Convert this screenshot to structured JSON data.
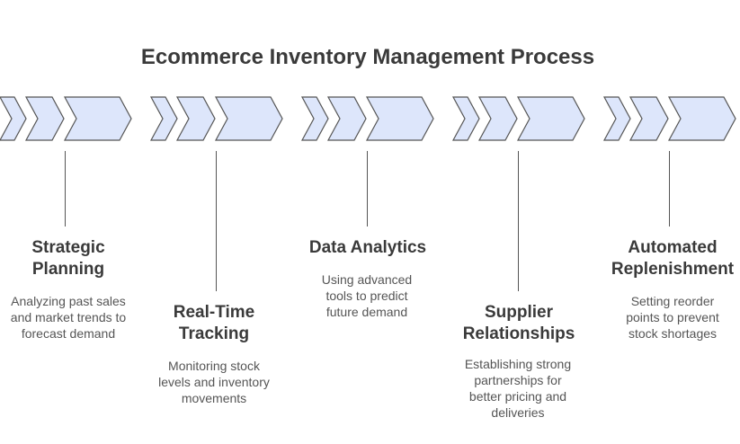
{
  "title": "Ecommerce Inventory Management Process",
  "colors": {
    "chevron_fill": "#dde6fb",
    "chevron_stroke": "#555555",
    "text": "#3a3a3a",
    "desc": "#555555"
  },
  "steps": [
    {
      "title": "Strategic\nPlanning",
      "description": "Analyzing past sales\nand market trends to\nforecast demand"
    },
    {
      "title": "Real-Time\nTracking",
      "description": "Monitoring stock\nlevels and inventory\nmovements"
    },
    {
      "title": "Data Analytics",
      "description": "Using advanced\ntools to predict\nfuture demand"
    },
    {
      "title": "Supplier\nRelationships",
      "description": "Establishing strong\npartnerships for\nbetter pricing and\ndeliveries"
    },
    {
      "title": "Automated\nReplenishment",
      "description": "Setting reorder\npoints to prevent\nstock shortages"
    }
  ]
}
